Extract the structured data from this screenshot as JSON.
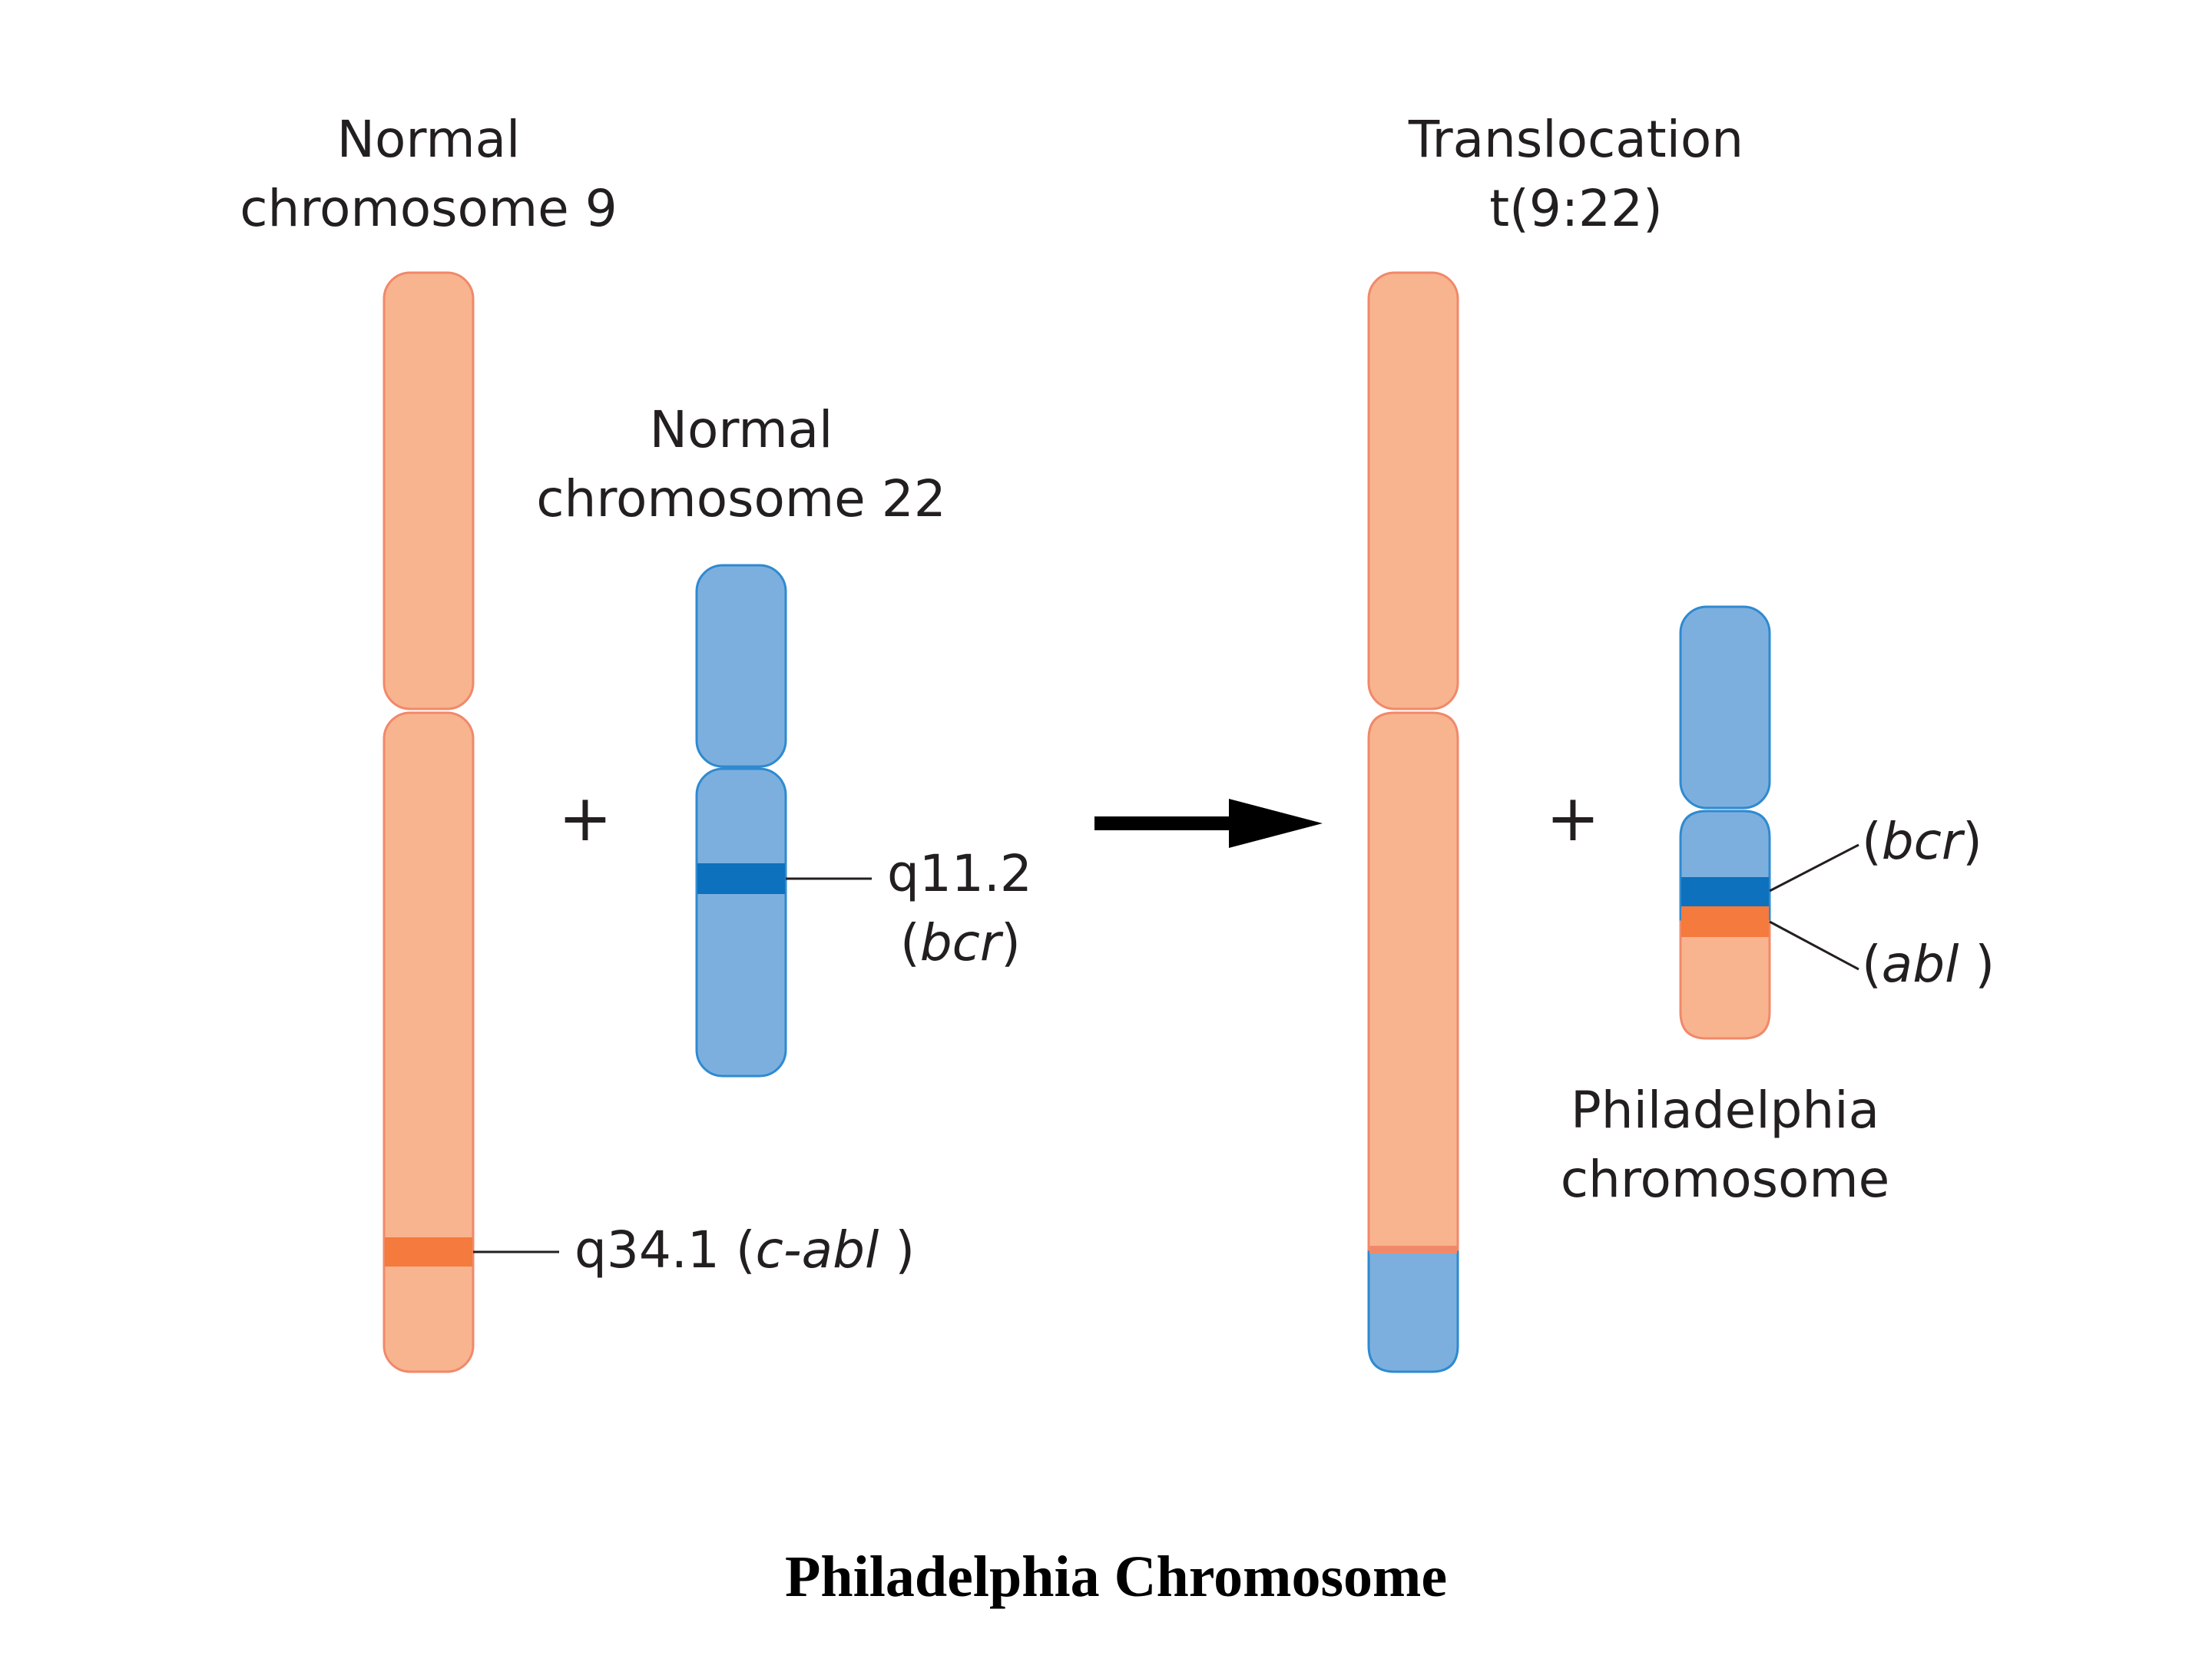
{
  "labels": {
    "chr9_line1": "Normal",
    "chr9_line2": "chromosome 9",
    "chr22_line1": "Normal",
    "chr22_line2": "chromosome 22",
    "transloc_line1": "Translocation",
    "transloc_line2": "t(9:22)",
    "plus": "+",
    "q112": "q11.2",
    "bcr_paren_open": "(",
    "bcr_italic": "bcr",
    "bcr_paren_close": ")",
    "q341": "q34.1 (",
    "cabl_italic": "c-abl",
    "q341_close": " )",
    "ph_bcr_open": "(",
    "ph_bcr_italic": "bcr",
    "ph_bcr_close": ")",
    "ph_abl_open": "(",
    "ph_abl_italic": "abl",
    "ph_abl_close": " )",
    "ph_line1": "Philadelphia",
    "ph_line2": "chromosome"
  },
  "caption": "Philadelphia Chromosome",
  "colors": {
    "chr9_fill": "#f8b48f",
    "chr9_stroke": "#f0896a",
    "chr22_fill": "#7dafde",
    "chr22_stroke": "#2e8ad0",
    "bcr_band": "#0d71bd",
    "abl_band": "#f47a3d",
    "arrow": "#000000",
    "text": "#231f20"
  }
}
